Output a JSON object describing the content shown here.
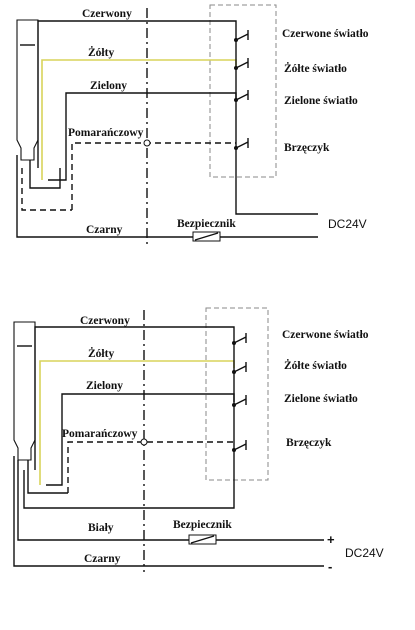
{
  "diagram_top": {
    "wires": {
      "red": "Czerwony",
      "yellow": "Żółty",
      "green": "Zielony",
      "orange": "Pomarańczowy",
      "black": "Czarny"
    },
    "fuse": "Bezpiecznik",
    "outputs": {
      "red_light": "Czerwone światło",
      "yellow_light": "Żółte światło",
      "green_light": "Zielone światło",
      "buzzer": "Brzęczyk"
    },
    "supply": "DC24V"
  },
  "diagram_bottom": {
    "wires": {
      "red": "Czerwony",
      "yellow": "Żółty",
      "green": "Zielony",
      "orange": "Pomarańczowy",
      "white": "Biały",
      "black": "Czarny"
    },
    "fuse": "Bezpiecznik",
    "outputs": {
      "red_light": "Czerwone światło",
      "yellow_light": "Żółte światło",
      "green_light": "Zielone światło",
      "buzzer": "Brzęczyk"
    },
    "supply": "DC24V",
    "plus": "+",
    "minus": "-"
  },
  "colors": {
    "wire": "#111111",
    "yellow_wire": "#d8d35a",
    "module_box": "#8a8a8a"
  }
}
